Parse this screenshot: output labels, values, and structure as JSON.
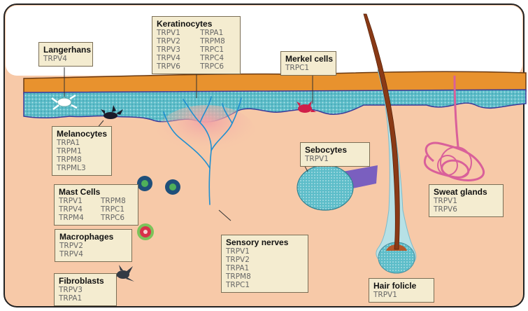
{
  "labels": {
    "keratinocytes": {
      "title": "Keratinocytes",
      "items": [
        "TRPV1",
        "TRPV2",
        "TRPV3",
        "TRPV4",
        "TRPV6",
        "TRPA1",
        "TRPM8",
        "TRPC1",
        "TRPC4",
        "TRPC6"
      ]
    },
    "langerhans": {
      "title": "Langerhans",
      "items": [
        "TRPV4"
      ]
    },
    "merkel": {
      "title": "Merkel cells",
      "items": [
        "TRPC1"
      ]
    },
    "melanocytes": {
      "title": "Melanocytes",
      "items": [
        "TRPA1",
        "TRPM1",
        "TRPM8",
        "TRPML3"
      ]
    },
    "mast_cells": {
      "title": "Mast Cells",
      "items": [
        "TRPV1",
        "TRPV4",
        "TRPM4",
        "TRPM8",
        "TRPC1",
        "TRPC6"
      ]
    },
    "macrophages": {
      "title": "Macrophages",
      "items": [
        "TRPV2",
        "TRPV4"
      ]
    },
    "fibroblasts": {
      "title": "Fibroblasts",
      "items": [
        "TRPV3",
        "TRPA1"
      ]
    },
    "sensory_nerves": {
      "title": "Sensory nerves",
      "items": [
        "TRPV1",
        "TRPV2",
        "TRPA1",
        "TRPM8",
        "TRPC1"
      ]
    },
    "sebocytes": {
      "title": "Sebocytes",
      "items": [
        "TRPV1"
      ]
    },
    "sweat_glands": {
      "title": "Sweat glands",
      "items": [
        "TRPV1",
        "TRPV6"
      ]
    },
    "hair_follicle": {
      "title": "Hair folicle",
      "items": [
        "TRPV1"
      ]
    }
  },
  "colors": {
    "dermis": "#f7c9a8",
    "epidermis": "#4fb6c4",
    "stratum_corneum": "#e8922e",
    "label_fill": "#f4ecd0",
    "nerve": "#1f8fd0",
    "hair": "#8a3a16",
    "sweat_gland": "#d9609a"
  }
}
